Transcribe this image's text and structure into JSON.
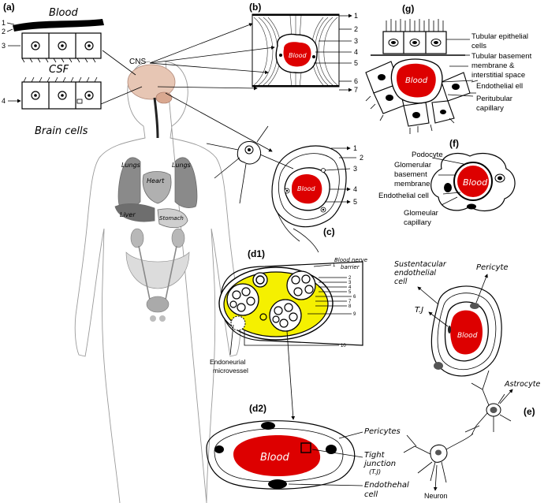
{
  "colors": {
    "blood": "#dd0000",
    "nerve_fill": "#f5f000",
    "brain": "#e7c6b4",
    "organ_dark": "#8a8a8a",
    "organ_light": "#c8c8c8"
  },
  "panel_a": {
    "label": "(a)",
    "blood_title": "Blood",
    "csf_title": "CSF",
    "brain_title": "Brain cells",
    "numbers": [
      "1",
      "2",
      "3",
      "4"
    ]
  },
  "panel_b": {
    "label": "(b)",
    "blood_text": "Blood",
    "numbers": [
      "1",
      "2",
      "3",
      "4",
      "5",
      "6",
      "7"
    ]
  },
  "panel_c": {
    "label": "(c)",
    "blood_text": "Blood",
    "numbers": [
      "1",
      "2",
      "3",
      "4",
      "5"
    ]
  },
  "body": {
    "cns": "CNS",
    "lungs_left": "Lungs",
    "lungs_right": "Lungs",
    "heart": "Heart",
    "liver": "Liver",
    "stomach": "Stomach"
  },
  "panel_g": {
    "label": "(g)",
    "blood_text": "Blood",
    "tubular_epithelial": [
      "Tubular epithelial",
      "cells"
    ],
    "tubular_basement": [
      "Tubular basement",
      "membrane &",
      "interstitial space"
    ],
    "endothelial": "Endothelial  ell",
    "peritubular": [
      "Peritubular",
      "capillary"
    ]
  },
  "panel_f": {
    "label": "(f)",
    "blood_text": "Blood",
    "podocyte": "Podocyte",
    "glomerular_basement": [
      "Glomerular",
      "basement",
      "membrane"
    ],
    "endothelial": "Endothelial cell",
    "glomerular_capillary": [
      "Glomeular",
      "capillary"
    ]
  },
  "panel_d1": {
    "label": "(d1)",
    "bnb": [
      "Blood nerve",
      "barrier"
    ],
    "endoneurial": [
      "Endoneurial",
      "microvessel"
    ],
    "numbers": [
      "1",
      "2",
      "3",
      "4",
      "5",
      "6",
      "7",
      "8",
      "9",
      "10"
    ]
  },
  "panel_d2": {
    "label": "(d2)",
    "blood_text": "Blood",
    "pericytes": "Pericytes",
    "tight_junction": [
      "Tight",
      "junction",
      "(T.J)"
    ],
    "endothelial": [
      "Endothehal",
      "cell"
    ]
  },
  "panel_e": {
    "label": "(e)",
    "blood_text": "Blood",
    "sustentacular": [
      "Sustentacular",
      "endothelial",
      "cell"
    ],
    "pericyte": "Pericyte",
    "tj": "T.J",
    "astrocyte": "Astrocyte",
    "neuron": "Neuron"
  }
}
